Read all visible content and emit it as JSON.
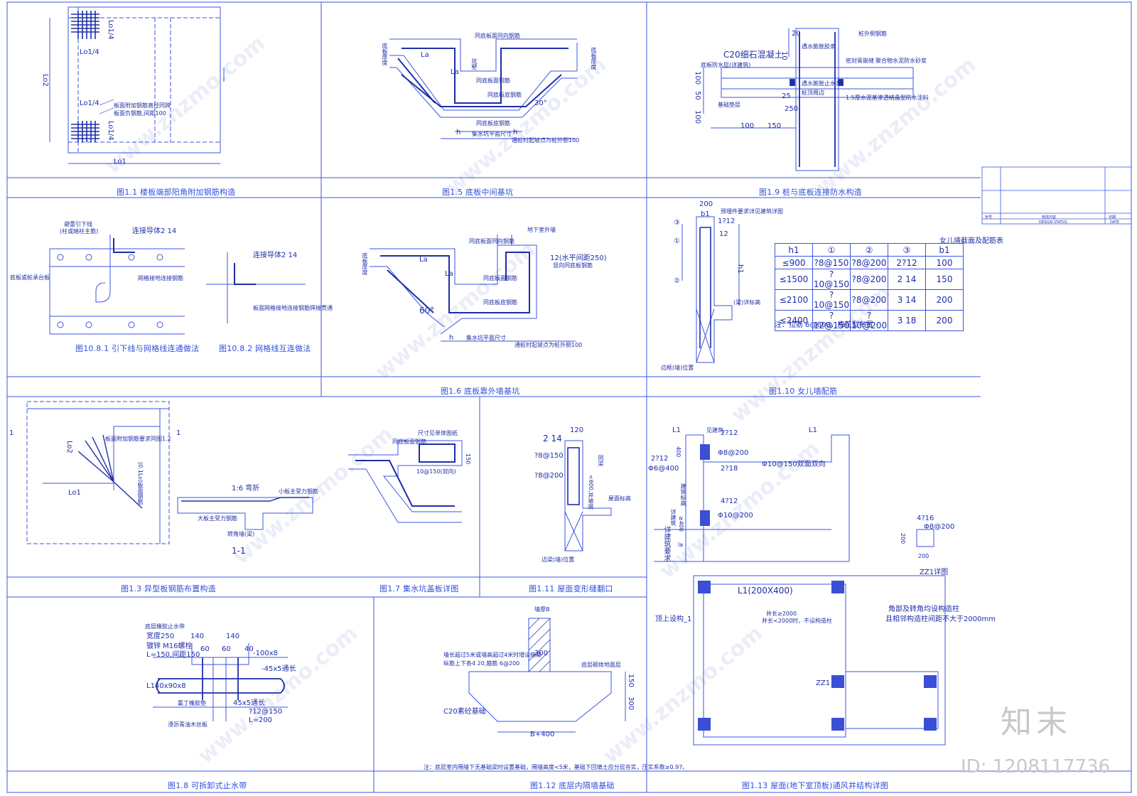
{
  "captions": {
    "fig1_1": "图1.1 楼板端部阳角附加钢筋构造",
    "fig1_5": "图1.5 底板中间基坑",
    "fig1_9": "图1.9 桩与底板连接防水构造",
    "fig10_8_1": "图10.8.1 引下线与网格线连通做法",
    "fig10_8_2": "图10.8.2 网格线互连做法",
    "fig1_6": "图1.6 底板靠外墙基坑",
    "fig1_10": "图1.10 女儿墙配筋",
    "fig1_3": "图1.3 异型板钢筋布置构造",
    "fig1_7": "图1.7 集水坑盖板详图",
    "fig1_11": "图1.11 屋面变形缝翻口",
    "fig1_8": "图1.8 可拆卸式止水带",
    "fig1_12": "图1.12 底层内隔墙基础",
    "fig1_13": "图1.13 屋面(地下室顶板)通风井结构详图"
  },
  "fig1_1": {
    "lo1_4_a": "Lo1/4",
    "lo1_4_b": "Lo1/4",
    "lo1_4_c": "Lo1/4",
    "lo1_4_d": "Lo1/4",
    "lo2": "Lo2",
    "lo1": "Lo1",
    "note1": "板面附加钢筋直径同跨",
    "note2": "板面负钢筋,间距100"
  },
  "fig1_5": {
    "la1": "La",
    "la2": "La",
    "deg": "30°",
    "h1": "h",
    "h2": "h",
    "n1": "同底板面同向钢筋",
    "n2": "同底板面钢筋",
    "n3": "同底板底钢筋",
    "n4": "同底板底钢筋",
    "n5": "集水坑平面尺寸",
    "n6": "通桩时起坡点为桩外侧100",
    "n7": "底板厚度",
    "n8": "坑壁",
    "n9": "底板厚度"
  },
  "fig1_9": {
    "c20": "C20细石混凝土",
    "d20": "20",
    "d10": "10",
    "d25": "25",
    "d250": "250",
    "d100a": "100",
    "d50": "50",
    "d100b": "100",
    "d100c": "100",
    "d150": "150",
    "n1": "桩外侧钢筋",
    "n2": "遇水膨胀胶条",
    "n3": "底板防水层(详建筑)",
    "n4": "密封膏嵌缝",
    "n5": "聚合物水泥防水砂浆",
    "n6": "遇水膨胀止水条",
    "n7": "基础垫层",
    "n8": "1.5厚水泥基渗透结晶型防水涂料",
    "n9": "桩顶周边"
  },
  "fig10_8_1": {
    "n1": "避雷引下线",
    "n2": "(柱或暗柱主筋)",
    "n3": "连接导体2 14",
    "n4": "底板或桩承台板",
    "n5": "网格接地连接钢筋"
  },
  "fig10_8_2": {
    "n1": "连接导体2 14",
    "n2": "板面网格接地连接钢筋焊接贯通"
  },
  "fig1_6": {
    "n1": "地下室外墙",
    "n2": "同底板面同向钢筋",
    "n3": "同底板面钢筋",
    "n4": "同底板底钢筋",
    "n5": "集水坑平面尺寸",
    "n6": "通桩时起坡点为桩外侧100",
    "la1": "La",
    "la2": "La",
    "deg": "60°",
    "h": "h",
    "r1": "12(水平间距250)",
    "r2": "竖向同底板钢筋",
    "n7": "底板厚度"
  },
  "fig1_10": {
    "d200": "200",
    "b1": "b1",
    "r1": "1?12",
    "d12": "12",
    "h1": "h1",
    "c1": "①",
    "c2": "②",
    "c3": "③",
    "n1": "预埋件要求详见建筑详图",
    "n2": "(梁)详标高",
    "n3": "边框(墙)位置",
    "table_title": "女儿墙截面及配筋表",
    "note": "注：拉筋 6@600，梅花型布置"
  },
  "parapet_table": {
    "headers": [
      "h1",
      "①",
      "②",
      "③",
      "b1"
    ],
    "rows": [
      [
        "≤900",
        "?8@150",
        "?8@200",
        "2?12",
        "100"
      ],
      [
        "≤1500",
        "?10@150",
        "?8@200",
        "2 14",
        "150"
      ],
      [
        "≤2100",
        "?10@150",
        "?8@200",
        "3 14",
        "200"
      ],
      [
        "≤2400",
        "?12@150",
        "?10@200",
        "3 18",
        "200"
      ]
    ]
  },
  "fig1_3": {
    "lo2": "Lo2",
    "lo1": "Lo1",
    "one_a": "1",
    "one_b": "1",
    "n1": "板面附加钢筋要求同图1.2",
    "n2": "(0.1Lo)板面钢筋",
    "slope": "1:6 弯折",
    "n3": "小板主受力钢筋",
    "n4": "大板主受力钢筋",
    "n5": "转角墙(梁)",
    "sec": "1-1"
  },
  "fig1_7": {
    "n1": "尺寸见单体图纸",
    "n2": "同底板面钢筋",
    "n3": "10@150(双向)",
    "d150": "150"
  },
  "fig1_11": {
    "d120": "120",
    "r1": "2 14",
    "r2": "?8@150",
    "r3": "?8@200",
    "n1": "<600,并坡度",
    "n2": "屋面标高",
    "n3": "边梁(墙)位置",
    "n4": "同梁"
  },
  "fig1_13": {
    "l1a": "L1",
    "l1b": "L1",
    "r1": "2?12",
    "r2": "Φ8@200",
    "r3": "Φ10@150双面双向",
    "r4": "2?12",
    "r5": "Φ6@400",
    "r6": "2?18",
    "r7": "4?12",
    "r8": "Φ10@200",
    "d400": "400",
    "n1": "见建筑",
    "n2": "详建筑",
    "n3": "建筑标高",
    "n4": "≥400",
    "n5": "详建筑要求",
    "la": "la",
    "zz1_r1": "4?16",
    "zz1_r2": "Φ8@200",
    "zz1_d1": "200",
    "zz1_d2": "200",
    "zz1_title": "ZZ1详图",
    "plan_l1": "L1(200X400)",
    "plan_n1": "井长≥2000",
    "plan_n2": "井长<2000时，不设构造柱",
    "plan_zz1": "ZZ1",
    "plan_left": "顶上设构_1",
    "plan_note1": "角部及转角均设构造柱",
    "plan_note2": "且相邻构造柱间距不大于2000mm"
  },
  "fig1_8": {
    "n1": "底层橡胶止水带",
    "n2": "宽度250",
    "n3": "镀锌 M16螺栓",
    "n4": "L=150,间距150",
    "d140a": "140",
    "d140b": "140",
    "d60a": "60",
    "d60b": "60",
    "d40": "40",
    "n5": "-100x8",
    "n6": "-45x5通长",
    "n7": "L140x90x8",
    "n8": "氯丁橡胶垫",
    "n9": "45x5通长",
    "n10": "?12@150",
    "n11": "L=200",
    "n12": "浸沥青油木丝板"
  },
  "fig1_12": {
    "n1": "墙厚B",
    "n2": "墙长超过5米或墙高超过4米时增设暗梁",
    "n3": "纵筋上下各4 20,箍筋 6@200",
    "n4": "底层砌体地面层",
    "d300": "300",
    "d150": "150",
    "d300b": "300",
    "c20": "C20素砼基础",
    "b400": "B+400",
    "note": "注：底层室内隔墙下无基础梁时设置基础，隔墙高度<5米，基础下回填土应分层夯实，压实系数≥0.97。"
  },
  "title_block": {
    "t1": "序号",
    "t2": "修改内容",
    "t3": "日期",
    "t4": "DESIGN STATUS",
    "t5": "DATE"
  },
  "watermark": {
    "site": "www.znzmo.com",
    "brand": "知末",
    "id": "ID: 1208117736"
  },
  "colors": {
    "line": "#3b55e0",
    "text": "#1e2ea8",
    "rebar": "#1e2ea8",
    "fill": "#3a4fd6"
  }
}
